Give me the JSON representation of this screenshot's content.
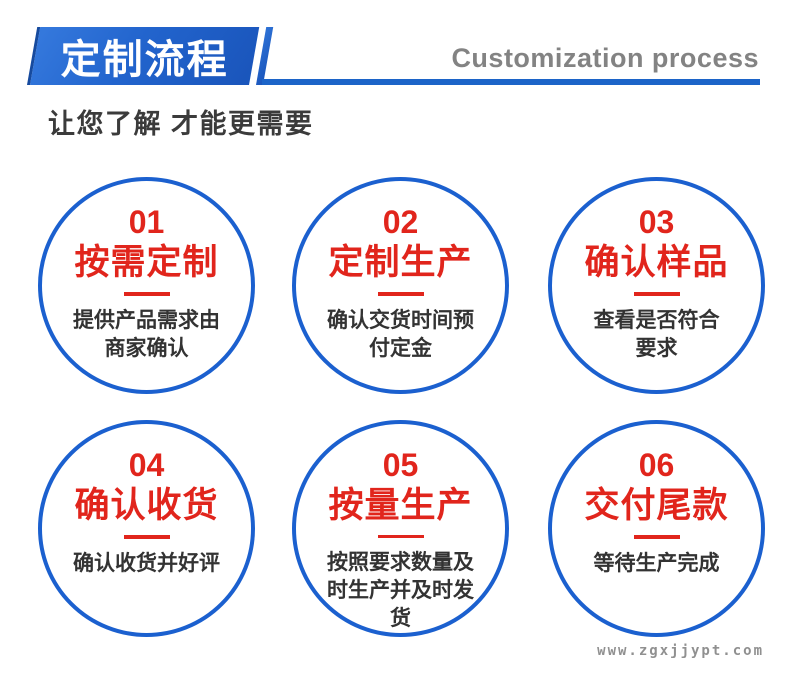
{
  "header": {
    "banner_title": "定制流程",
    "subtitle_en": "Customization process",
    "tagline": "让您了解 才能更需要"
  },
  "colors": {
    "banner_blue": "#2264cd",
    "header_line_blue": "#1c64c8",
    "circle_border_blue": "#1b60cf",
    "accent_red": "#e1251c",
    "desc_text": "#333333",
    "subtitle_gray": "#838383"
  },
  "steps": [
    {
      "num": "01",
      "title": "按需定制",
      "desc": "提供产品需求由\n商家确认"
    },
    {
      "num": "02",
      "title": "定制生产",
      "desc": "确认交货时间预\n付定金"
    },
    {
      "num": "03",
      "title": "确认样品",
      "desc": "查看是否符合\n要求"
    },
    {
      "num": "04",
      "title": "确认收货",
      "desc": "确认收货并好评"
    },
    {
      "num": "05",
      "title": "按量生产",
      "desc": "按照要求数量及\n时生产并及时发\n货"
    },
    {
      "num": "06",
      "title": "交付尾款",
      "desc": "等待生产完成"
    }
  ],
  "watermark": "www.zgxjjypt.com"
}
